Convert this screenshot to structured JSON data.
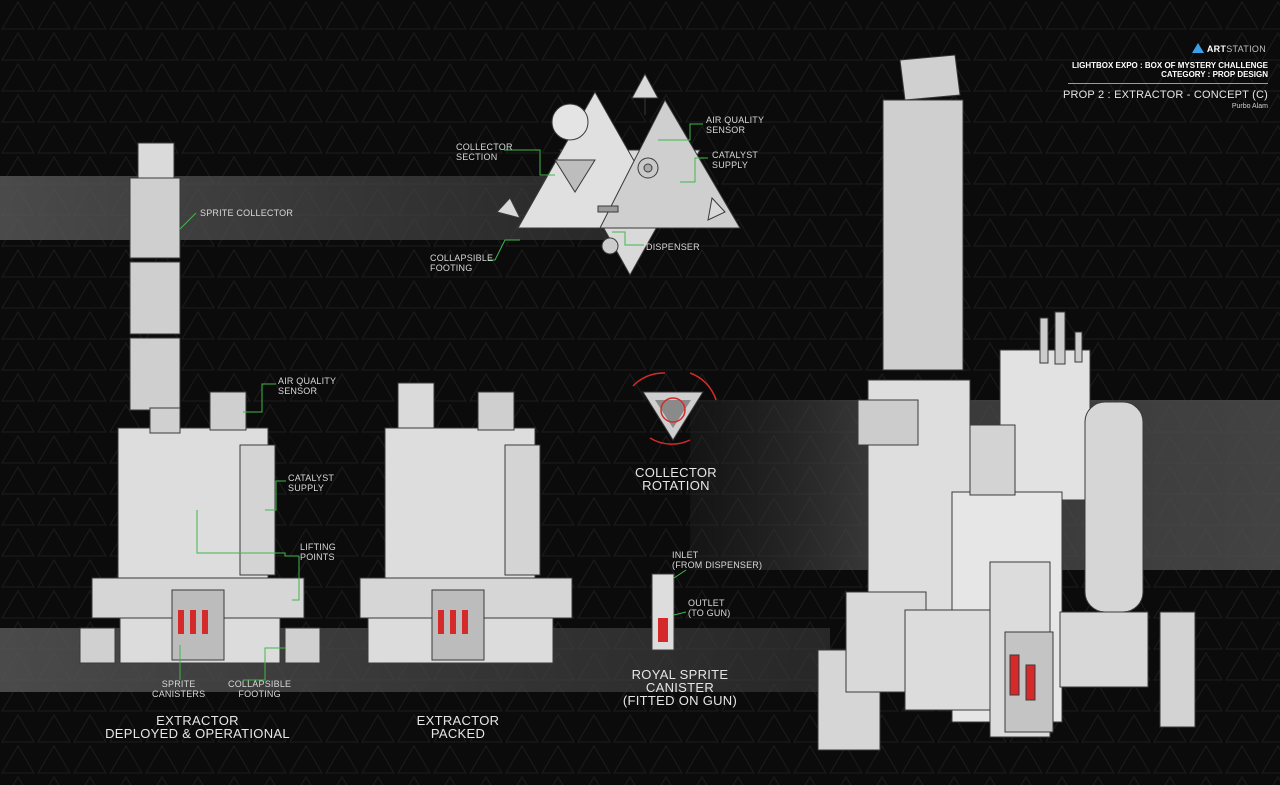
{
  "header": {
    "brand": "ARTSTATION",
    "brand_art": "ART",
    "brand_station": "STATION",
    "challenge": "LIGHTBOX EXPO : BOX OF MYSTERY CHALLENGE",
    "category": "CATEGORY : PROP DESIGN",
    "prop_title": "PROP 2 : EXTRACTOR - CONCEPT (C)",
    "author": "Purbo Alam"
  },
  "top_view": {
    "collector_section": "COLLECTOR\nSECTION",
    "air_quality_sensor": "AIR QUALITY\nSENSOR",
    "catalyst_supply": "CATALYST\nSUPPLY",
    "dispenser": "DISPENSER",
    "collapsible_footing": "COLLAPSIBLE\nFOOTING"
  },
  "deployed_view": {
    "sprite_collector": "SPRITE COLLECTOR",
    "air_quality_sensor": "AIR QUALITY\nSENSOR",
    "catalyst_supply": "CATALYST\nSUPPLY",
    "lifting_points": "LIFTING\nPOINTS",
    "sprite_canisters": "SPRITE\nCANISTERS",
    "collapsible_footing": "COLLAPSIBLE\nFOOTING",
    "caption": "EXTRACTOR\nDEPLOYED & OPERATIONAL"
  },
  "packed_view": {
    "caption": "EXTRACTOR\nPACKED"
  },
  "rotation_view": {
    "caption": "COLLECTOR\nROTATION"
  },
  "canister_view": {
    "inlet": "INLET\n(FROM DISPENSER)",
    "outlet": "OUTLET\n(TO GUN)",
    "caption": "ROYAL SPRITE\nCANISTER\n(FITTED ON GUN)"
  },
  "colors": {
    "accent_green": "#3fb84a",
    "accent_red": "#d42a2a",
    "brand_blue": "#3aa0e8",
    "prop_grey": "#d9d9d9"
  }
}
